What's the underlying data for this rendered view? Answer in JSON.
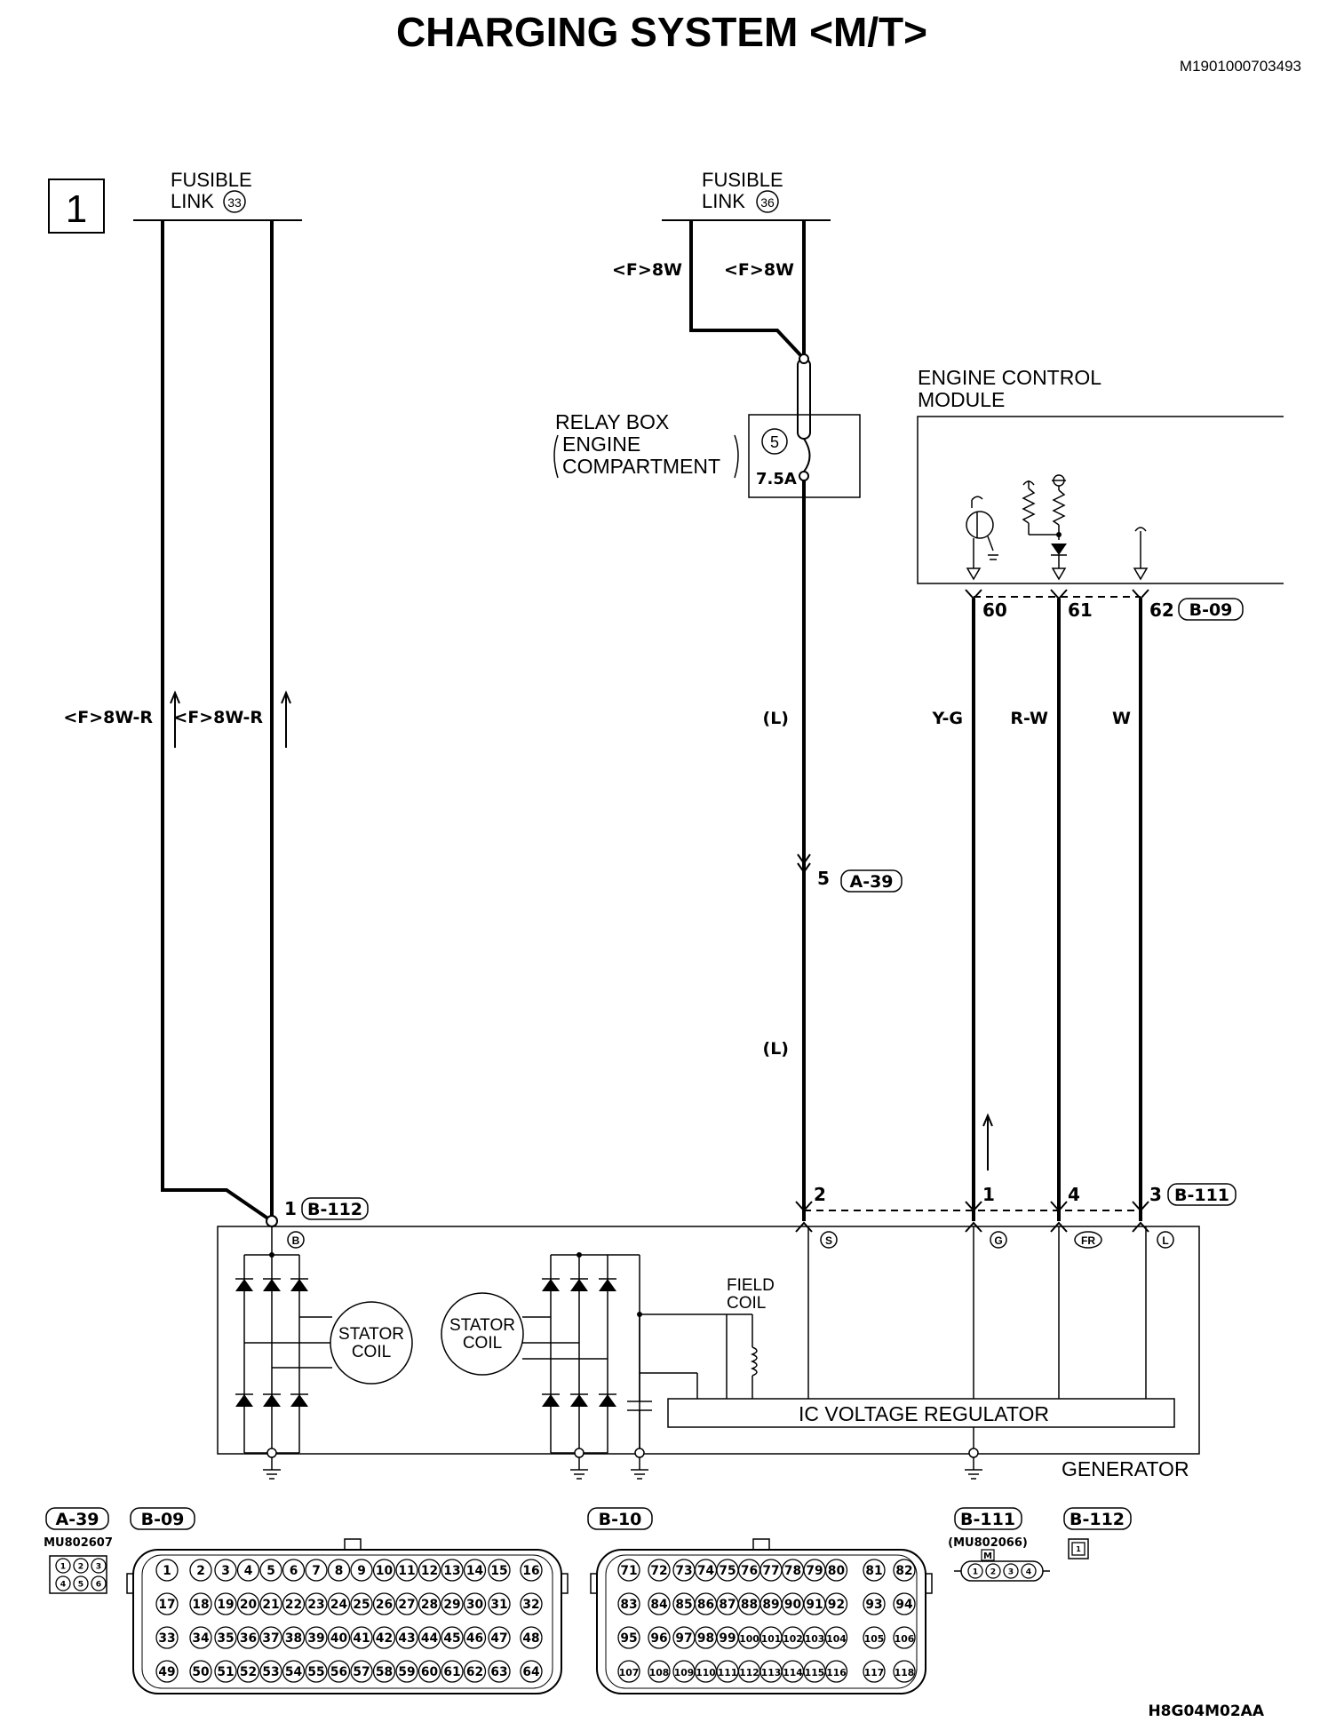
{
  "title": "CHARGING SYSTEM <M/T>",
  "doc_code": "M1901000703493",
  "figure_code": "H8G04M02AA",
  "section_number": "1",
  "fusible_link_33": {
    "line1": "FUSIBLE",
    "line2": "LINK",
    "num": "33"
  },
  "fusible_link_36": {
    "line1": "FUSIBLE",
    "line2": "LINK",
    "num": "36"
  },
  "wires": {
    "f8w_left": "<F>8W",
    "f8w_right": "<F>8W",
    "f8wr_left": "<F>8W-R",
    "f8wr_right": "<F>8W-R",
    "l_upper": "(L)",
    "l_lower": "(L)",
    "yg": "Y-G",
    "rw": "R-W",
    "w": "W"
  },
  "relay_box": {
    "line1": "RELAY BOX",
    "line2": "ENGINE",
    "line3": "COMPARTMENT",
    "fuse_num": "5",
    "fuse_rating": "7.5A"
  },
  "ecm": {
    "line1": "ENGINE CONTROL",
    "line2": "MODULE"
  },
  "ecm_pins": {
    "p60": "60",
    "p61": "61",
    "p62": "62",
    "connector": "B-09"
  },
  "a39_conn": {
    "pin": "5",
    "connector": "A-39"
  },
  "gen_conns": {
    "b112_pin": "1",
    "b112": "B-112",
    "p2": "2",
    "p1": "1",
    "p4": "4",
    "p3": "3",
    "b111": "B-111",
    "term_b": "B",
    "term_s": "S",
    "term_g": "G",
    "term_fr": "FR",
    "term_l": "L"
  },
  "generator": {
    "stator_coil_line1": "STATOR",
    "stator_coil_line2": "COIL",
    "field_coil_line1": "FIELD",
    "field_coil_line2": "COIL",
    "regulator": "IC VOLTAGE REGULATOR",
    "label": "GENERATOR"
  },
  "connector_views": {
    "a39": {
      "label": "A-39",
      "part": "MU802607",
      "pins_top": [
        "1",
        "2",
        "3"
      ],
      "pins_bottom": [
        "4",
        "5",
        "6"
      ]
    },
    "b09": {
      "label": "B-09",
      "rows": [
        [
          "1",
          "2",
          "3",
          "4",
          "5",
          "6",
          "7",
          "8",
          "9",
          "10",
          "11",
          "12",
          "13",
          "14",
          "15",
          "16"
        ],
        [
          "17",
          "18",
          "19",
          "20",
          "21",
          "22",
          "23",
          "24",
          "25",
          "26",
          "27",
          "28",
          "29",
          "30",
          "31",
          "32"
        ],
        [
          "33",
          "34",
          "35",
          "36",
          "37",
          "38",
          "39",
          "40",
          "41",
          "42",
          "43",
          "44",
          "45",
          "46",
          "47",
          "48"
        ],
        [
          "49",
          "50",
          "51",
          "52",
          "53",
          "54",
          "55",
          "56",
          "57",
          "58",
          "59",
          "60",
          "61",
          "62",
          "63",
          "64"
        ]
      ]
    },
    "b10": {
      "label": "B-10",
      "rows": [
        [
          "71",
          "72",
          "73",
          "74",
          "75",
          "76",
          "77",
          "78",
          "79",
          "80",
          "81",
          "82"
        ],
        [
          "83",
          "84",
          "85",
          "86",
          "87",
          "88",
          "89",
          "90",
          "91",
          "92",
          "93",
          "94"
        ],
        [
          "95",
          "96",
          "97",
          "98",
          "99",
          "100",
          "101",
          "102",
          "103",
          "104",
          "105",
          "106"
        ],
        [
          "107",
          "108",
          "109",
          "110",
          "111",
          "112",
          "113",
          "114",
          "115",
          "116",
          "117",
          "118"
        ]
      ]
    },
    "b111": {
      "label": "B-111",
      "part": "(MU802066)",
      "key": "M",
      "pins": [
        "1",
        "2",
        "3",
        "4"
      ]
    },
    "b112": {
      "label": "B-112",
      "pins": [
        "1"
      ]
    }
  }
}
